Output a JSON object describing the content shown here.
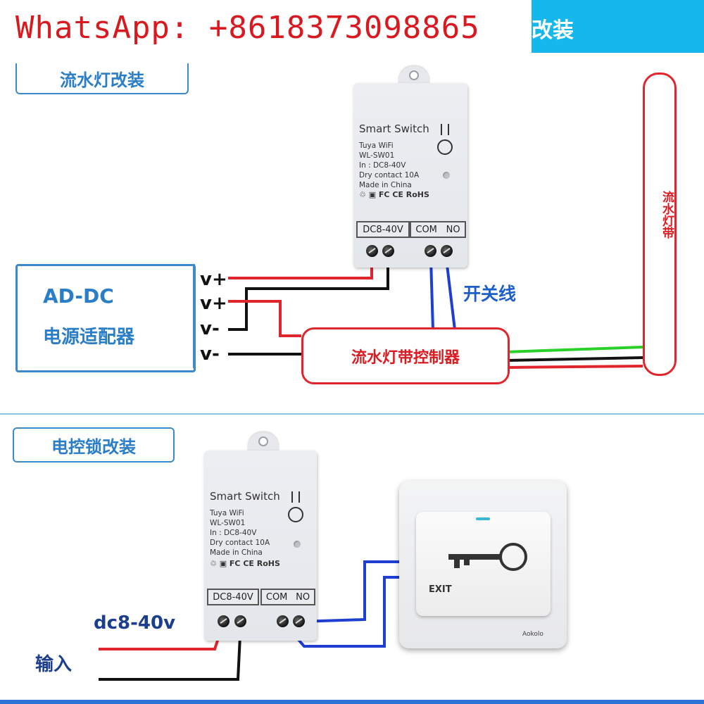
{
  "watermark": "WhatsApp: +8618373098865",
  "banner_text": "改装",
  "section1": {
    "title": "流水灯改装"
  },
  "section2": {
    "title": "电控锁改装"
  },
  "adapter": {
    "line1": "AD-DC",
    "line2": "电源适配器",
    "terminals": [
      "v+",
      "v+",
      "v-",
      "v-"
    ]
  },
  "device": {
    "title": "Smart Switch",
    "spec_lines": [
      "Tuya WiFi",
      "WL-SW01",
      "In : DC8-40V",
      "Dry contact 10A",
      "Made in China"
    ],
    "cert": "♲ ▣ FC CE RoHS",
    "power_terminal": "DC8-40V",
    "relay_terminal_com": "COM",
    "relay_terminal_no": "NO"
  },
  "switch_wire_label": "开关线",
  "controller_label": "流水灯带控制器",
  "strip_label": "流水灯带",
  "exit_button": {
    "label": "EXIT",
    "brand": "Aokolo"
  },
  "input_labels": {
    "voltage": "dc8-40v",
    "input": "输入"
  },
  "colors": {
    "red": "#e0262c",
    "blue": "#1f3fd1",
    "green": "#2ad12a",
    "black": "#111111",
    "accent": "#14b8ec"
  }
}
